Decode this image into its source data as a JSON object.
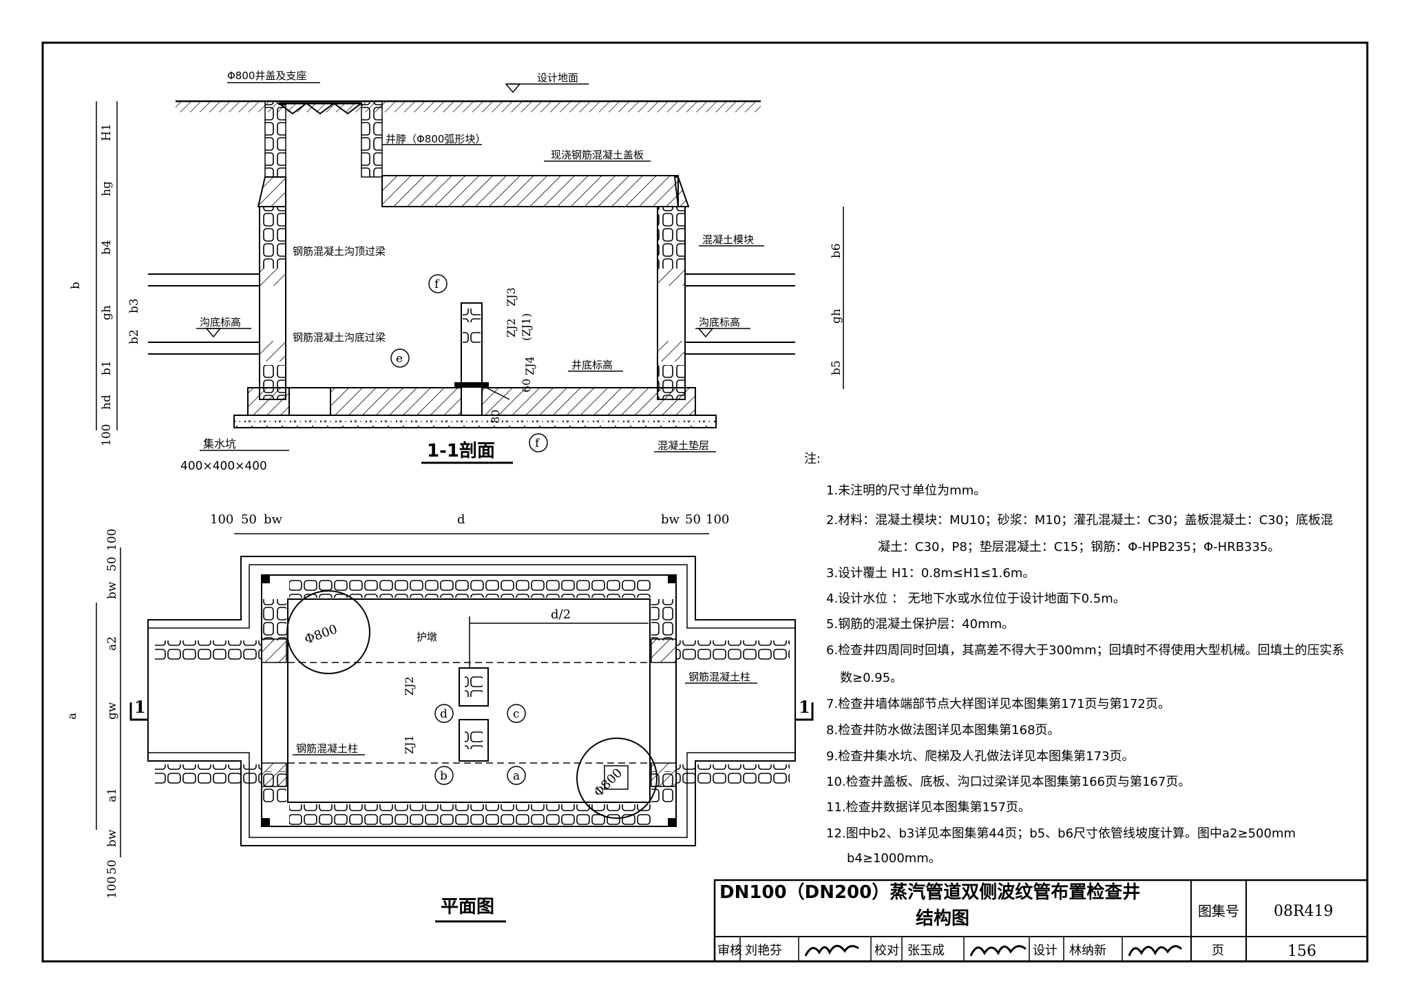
{
  "section": {
    "title": "1-1剖面",
    "labels": {
      "cover": "Φ800井盖及支座",
      "ground": "设计地面",
      "neck": "井脖（Φ800弧形块）",
      "cover_slab": "现浇钢筋混凝土盖板",
      "block": "混凝土模块",
      "top_beam": "钢筋混凝土沟顶过梁",
      "bottom_beam": "钢筋混凝土沟底过梁",
      "trench_bottom_left": "沟底标高",
      "trench_bottom_right": "沟底标高",
      "well_bottom": "井底标高",
      "bedding": "混凝土垫层",
      "sump": "集水坑",
      "sump_size": "400×400×400"
    },
    "dims_left": [
      "H1",
      "hg",
      "b4",
      "b",
      "b3",
      "gh",
      "b2",
      "b1",
      "hd",
      "100"
    ],
    "dims_right": [
      "b6",
      "gh",
      "b5"
    ],
    "dims_inner": [
      "ZJ3",
      "ZJ2",
      "(ZJ1)",
      "ZJ4",
      "60",
      "80"
    ],
    "callouts": [
      "f",
      "e",
      "f"
    ]
  },
  "plan": {
    "title": "平面图",
    "top_dims": [
      "100",
      "50",
      "bw",
      "d",
      "bw",
      "50",
      "100"
    ],
    "left_dims": [
      "50",
      "100",
      "bw",
      "a2",
      "a",
      "gw",
      "a1",
      "bw",
      "100",
      "50"
    ],
    "half_d": "d/2",
    "manhole_1": "Φ800",
    "manhole_2": "Φ800",
    "pier": "护墩",
    "rc_column_right": "钢筋混凝土柱",
    "rc_column_left": "钢筋混凝土柱",
    "pier_dims": [
      "ZJ2",
      "ZJ1"
    ],
    "callouts": [
      "d",
      "c",
      "b",
      "a"
    ],
    "section_mark": "1"
  },
  "notes": {
    "heading": "注:",
    "items": [
      "1.未注明的尺寸单位为mm。",
      "2.材料：混凝土模块：MU10；砂浆：M10；灌孔混凝土：C30；盖板混凝土：C30；底板混",
      "凝土：C30，P8；垫层混凝土：C15；钢筋：Φ-HPB235；Φ-HRB335。",
      "3.设计覆土 H1：0.8m≤H1≤1.6m。",
      "4.设计水位 ： 无地下水或水位位于设计地面下0.5m。",
      "5.钢筋的混凝土保护层：40mm。",
      "6.检查井四周同时回填，其高差不得大于300mm；回填时不得使用大型机械。回填土的压实系",
      "数≥0.95。",
      "7.检查井墙体端部节点大样图详见本图集第171页与第172页。",
      "8.检查井防水做法图详见本图集第168页。",
      "9.检查井集水坑、爬梯及人孔做法详见本图集第173页。",
      "10.检查井盖板、底板、沟口过梁详见本图集第166页与第167页。",
      "11.检查井数据详见本图集第157页。",
      "12.图中b2、b3详见本图集第44页；b5、b6尺寸依管线坡度计算。图中a2≥500mm",
      "b4≥1000mm。"
    ]
  },
  "title_block": {
    "title_line1": "DN100（DN200）蒸汽管道双侧波纹管布置检查井",
    "title_line2": "结构图",
    "atlas_label": "图集号",
    "atlas_no": "08R419",
    "review_label": "审核",
    "reviewer": "刘艳芬",
    "reviewer_sig": "刘艳芬",
    "check_label": "校对",
    "checker": "张玉成",
    "checker_sig": "张玉成",
    "design_label": "设计",
    "designer": "林纳新",
    "designer_sig": "林纳新",
    "page_label": "页",
    "page_no": "156"
  }
}
